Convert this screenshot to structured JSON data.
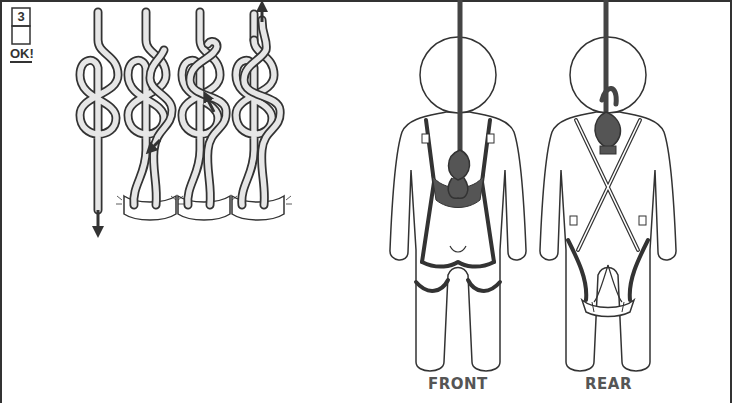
{
  "diagram": {
    "labels": [
      "3",
      "OK!",
      "FRONT",
      "REAR"
    ]
  }
}
